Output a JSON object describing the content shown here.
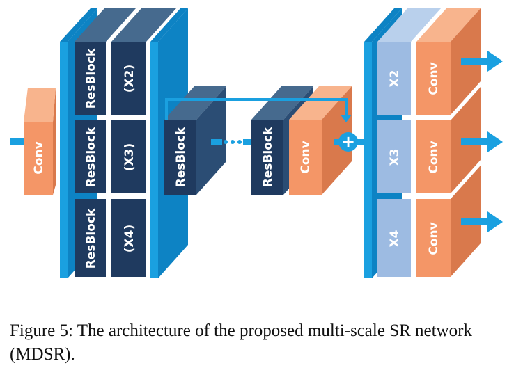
{
  "diagram": {
    "labels": {
      "conv": "Conv",
      "resblock": "ResBlock",
      "x2_paren": "(X2)",
      "x3_paren": "(X3)",
      "x4_paren": "(X4)",
      "x2": "X2",
      "x3": "X3",
      "x4": "X4",
      "plus": "+"
    },
    "colors": {
      "dark_block_front": "#1f3a5f",
      "dark_block_top": "#466a8e",
      "dark_block_side": "#2b4d74",
      "conv_front": "#f49667",
      "conv_top": "#f8b48d",
      "conv_side": "#d9794c",
      "cyan": "#1aa0e0",
      "cyan_dark": "#0d83c4",
      "light_front": "#9dbbe2",
      "light_top": "#b9d0ec",
      "light_side": "#7f9fcb"
    }
  },
  "caption": {
    "text": "Figure 5: The architecture of the proposed multi-scale SR network (MDSR)."
  }
}
